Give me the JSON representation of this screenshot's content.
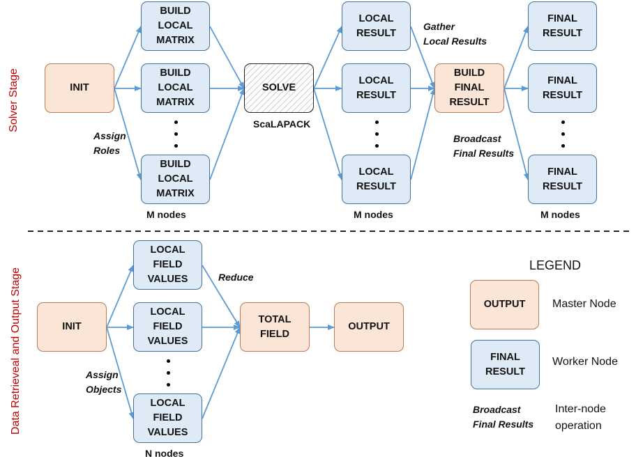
{
  "stages": {
    "solver": "Solver Stage",
    "retrieval": "Data Retrieveal and Output Stage"
  },
  "solver": {
    "init": "INIT",
    "build_local_matrix": [
      "BUILD",
      "LOCAL",
      "MATRIX"
    ],
    "solve": "SOLVE",
    "solve_caption": "ScaLAPACK",
    "local_result": [
      "LOCAL",
      "RESULT"
    ],
    "build_final_result": [
      "BUILD",
      "FINAL",
      "RESULT"
    ],
    "final_result": [
      "FINAL",
      "RESULT"
    ],
    "nodes_label": "M nodes",
    "op_assign": [
      "Assign",
      "Roles"
    ],
    "op_gather": [
      "Gather",
      "Local Results"
    ],
    "op_broadcast": [
      "Broadcast",
      "Final Results"
    ]
  },
  "retrieval": {
    "init": "INIT",
    "local_field_values": [
      "LOCAL",
      "FIELD",
      "VALUES"
    ],
    "total_field": [
      "TOTAL",
      "FIELD"
    ],
    "output": "OUTPUT",
    "nodes_label": "N nodes",
    "op_reduce": "Reduce",
    "op_assign": [
      "Assign",
      "Objects"
    ]
  },
  "legend": {
    "title": "LEGEND",
    "master_box": "OUTPUT",
    "master_desc": "Master Node",
    "worker_box": [
      "FINAL",
      "RESULT"
    ],
    "worker_desc": "Worker Node",
    "op_sample": [
      "Broadcast",
      "Final Results"
    ],
    "op_desc": [
      "Inter-node",
      "operation"
    ]
  },
  "colors": {
    "master_fill": "#fbe5d6",
    "master_border": "#b97a55",
    "worker_fill": "#deebf7",
    "worker_border": "#41719c",
    "arrow": "#5b9bd5",
    "stage_label": "#c00000"
  }
}
